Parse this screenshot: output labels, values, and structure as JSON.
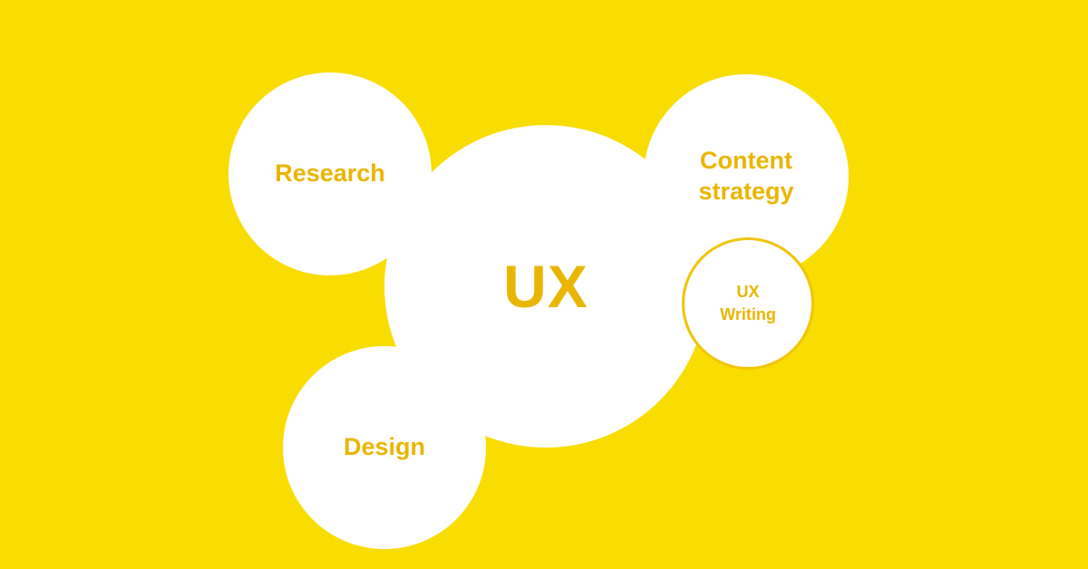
{
  "colors": {
    "background": "#F9DC00",
    "bubble_fill": "#FFFFFF",
    "label_text": "#EAB500",
    "small_bubble_border": "#F2C400"
  },
  "diagram": {
    "center": {
      "label": "UX"
    },
    "nodes": [
      {
        "id": "research",
        "label": "Research"
      },
      {
        "id": "content-strategy",
        "label": "Content\nstrategy"
      },
      {
        "id": "ux-writing",
        "label": "UX\nWriting"
      },
      {
        "id": "design",
        "label": "Design"
      }
    ]
  }
}
